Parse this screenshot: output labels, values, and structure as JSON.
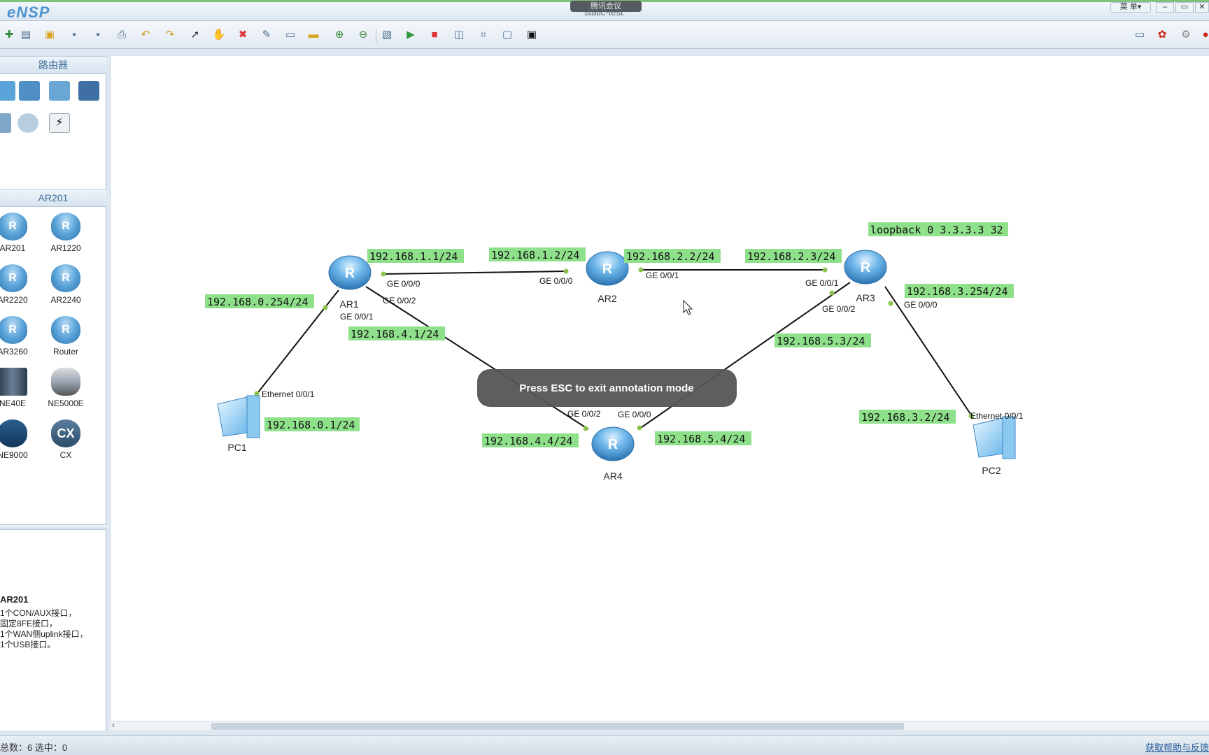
{
  "titlebar": {
    "logo": "eNSP",
    "meeting": "腾讯会议",
    "title": "static-test",
    "menu_label": "菜 单▾"
  },
  "left_panel": {
    "category_header": "路由器",
    "model_header": "AR201",
    "devices": [
      {
        "label": "AR201"
      },
      {
        "label": "AR1220"
      },
      {
        "label": "AR2220"
      },
      {
        "label": "AR2240"
      },
      {
        "label": "AR3260"
      },
      {
        "label": "Router"
      },
      {
        "label": "NE40E"
      },
      {
        "label": "NE5000E"
      },
      {
        "label": "NE9000"
      },
      {
        "label": "CX"
      }
    ],
    "description_title": "AR201",
    "description_lines": [
      "1个CON/AUX接口，",
      "固定8FE接口，",
      "1个WAN侧uplink接口，",
      "1个USB接口。"
    ]
  },
  "topology": {
    "nodes": {
      "ar1": "AR1",
      "ar2": "AR2",
      "ar3": "AR3",
      "ar4": "AR4",
      "pc1": "PC1",
      "pc2": "PC2"
    },
    "ip_labels": {
      "ar1_ge000": "192.168.1.1/24",
      "ar2_ge000": "192.168.1.2/24",
      "ar2_ge001": "192.168.2.2/24",
      "ar3_ge001": "192.168.2.3/24",
      "loopback": "loopback 0 3.3.3.3 32",
      "ar3_ge000": "192.168.3.254/24",
      "ar1_ge001": "192.168.0.254/24",
      "ar1_ge002": "192.168.4.1/24",
      "ar3_ge002": "192.168.5.3/24",
      "pc1": "192.168.0.1/24",
      "ar4_ge002": "192.168.4.4/24",
      "ar4_ge000": "192.168.5.4/24",
      "pc2": "192.168.3.2/24"
    },
    "ports": {
      "ar1_ge000": "GE 0/0/0",
      "ar1_ge002": "GE 0/0/2",
      "ar1_ge001": "GE 0/0/1",
      "ar2_ge000": "GE 0/0/0",
      "ar2_ge001": "GE 0/0/1",
      "ar3_ge001": "GE 0/0/1",
      "ar3_ge002": "GE 0/0/2",
      "ar3_ge000": "GE 0/0/0",
      "pc1_eth": "Ethernet 0/0/1",
      "pc2_eth": "Ethernet 0/0/1",
      "ar4_ge002": "GE 0/0/2",
      "ar4_ge000": "GE 0/0/0"
    },
    "toast": "Press ESC to exit annotation mode"
  },
  "statusbar": {
    "left": "总数：6 选中：0",
    "right": "获取帮助与反馈"
  },
  "colors": {
    "label_bg": "#8fe08a",
    "link": "#111111",
    "port_dot": "#8bc34a"
  }
}
